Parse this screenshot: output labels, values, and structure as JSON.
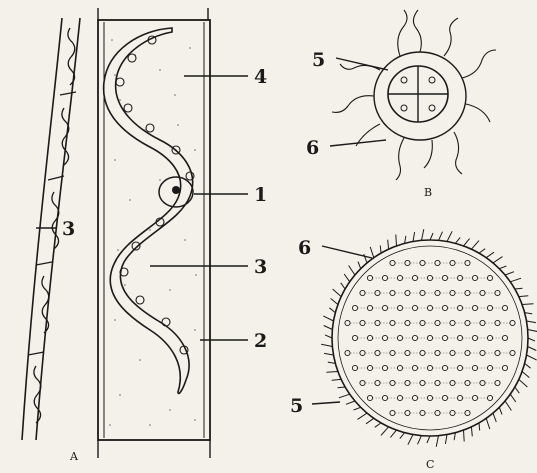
{
  "labels": {
    "a_3": "3",
    "cell_1": "1",
    "cell_2": "2",
    "cell_3": "3",
    "cell_4": "4",
    "b_5": "5",
    "b_6": "6",
    "c_5": "5",
    "c_6": "6"
  },
  "panels": {
    "a": "A",
    "b": "B",
    "c": "C"
  },
  "colors": {
    "paper": "#f4f1ea",
    "ink": "#1a1a1a"
  }
}
